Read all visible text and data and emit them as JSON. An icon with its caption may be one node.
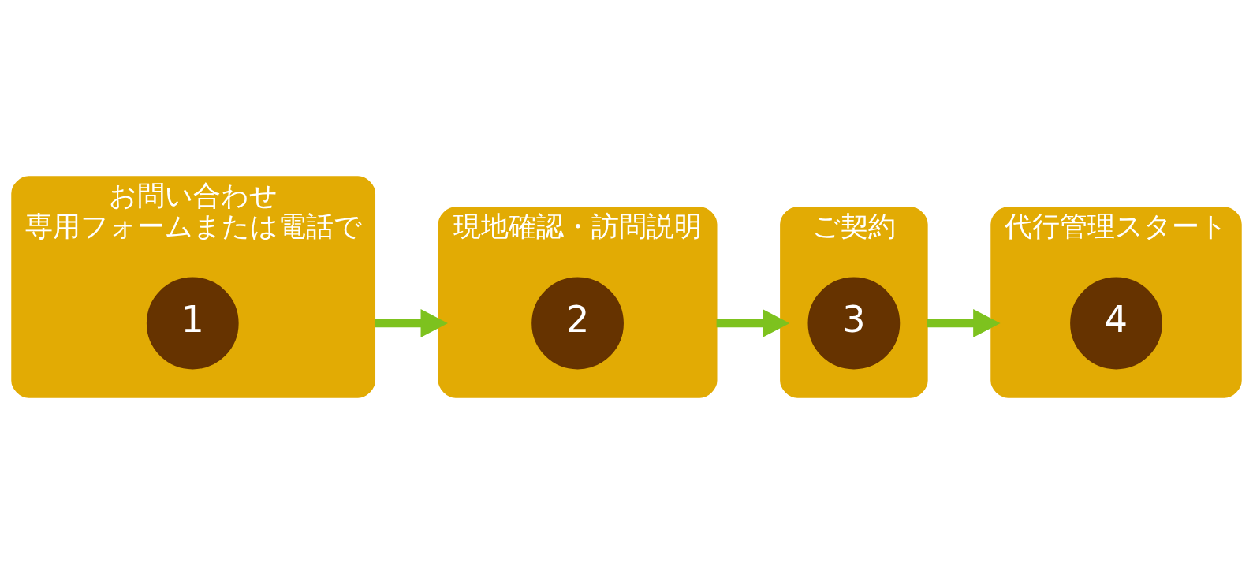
{
  "diagram": {
    "nodes": [
      {
        "text": [
          "お問い合わせ",
          "専用フォームまたは電話で"
        ]
      },
      {
        "text": [
          "1"
        ],
        "in": 0
      },
      {
        "text": [
          "現地確認・訪問説明"
        ]
      },
      {
        "text": [
          "2"
        ],
        "in": 2
      },
      {
        "text": [
          "ご契約"
        ]
      },
      {
        "text": [
          "3"
        ],
        "in": 4
      },
      {
        "text": [
          "代行管理スタート"
        ]
      },
      {
        "text": [
          "4"
        ],
        "in": 6
      }
    ],
    "edges": [
      {
        "from": 0,
        "to": 2,
        "arrow": "to"
      },
      {
        "from": 2,
        "to": 4,
        "arrow": "to"
      },
      {
        "from": 4,
        "to": 6,
        "arrow": "to"
      }
    ]
  }
}
